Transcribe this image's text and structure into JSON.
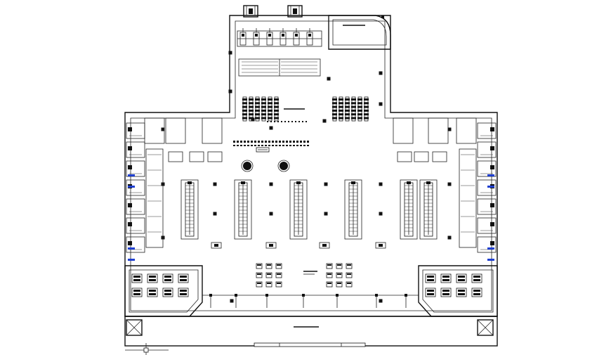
{
  "drawing": {
    "background": "#ffffff",
    "line_color": "#111111",
    "accent_color": "#1f3fd0",
    "escalator_count": 7,
    "column_count": 24,
    "seating_cluster_count": 4,
    "side_room_rows": 7
  }
}
